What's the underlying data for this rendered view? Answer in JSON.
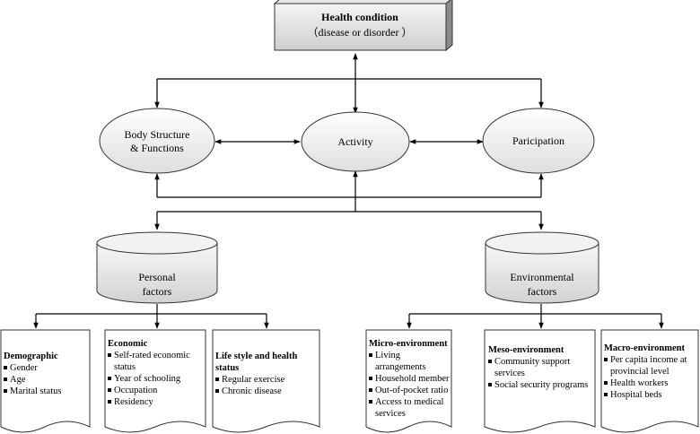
{
  "health_condition": {
    "line1": "Health condition",
    "line2": "（disease or disorder ）"
  },
  "components": {
    "body": {
      "line1": "Body Structure",
      "line2": "& Functions"
    },
    "activity": {
      "label": "Activity"
    },
    "participation": {
      "label": "Paricipation"
    }
  },
  "factors": {
    "personal": {
      "line1": "Personal",
      "line2": "factors"
    },
    "environmental": {
      "line1": "Environmental",
      "line2": "factors"
    }
  },
  "boxes": {
    "demographic": {
      "title": "Demographic",
      "items": [
        "Gender",
        "Age",
        "Marital status"
      ]
    },
    "economic": {
      "title": "Economic",
      "items": [
        "Self-rated economic status",
        "Year of schooling",
        "Occupation",
        "Residency"
      ]
    },
    "lifestyle": {
      "title": "Life style and health status",
      "items": [
        "Regular exercise",
        "Chronic disease"
      ]
    },
    "micro": {
      "title": "Micro-environment",
      "items": [
        "Living arrangements",
        "Household member",
        "Out-of-pocket ratio",
        "Access to medical services"
      ]
    },
    "meso": {
      "title": "Meso-environment",
      "items": [
        "Community support services",
        "Social security programs"
      ]
    },
    "macro": {
      "title": "Macro-environment",
      "items": [
        "Per capita income at provincial level",
        "Health workers",
        "Hospital beds"
      ]
    }
  }
}
